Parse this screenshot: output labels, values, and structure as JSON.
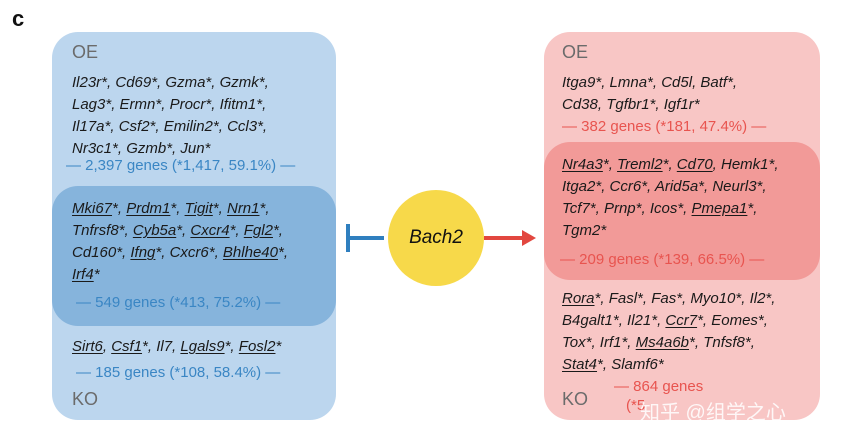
{
  "panel_label": "c",
  "center": {
    "label": "Bach2"
  },
  "left": {
    "oe_label": "OE",
    "ko_label": "KO",
    "oe_genes": [
      [
        {
          "t": "Il23r*, "
        },
        {
          "t": "Cd69*, "
        },
        {
          "t": "Gzma*, "
        },
        {
          "t": "Gzmk*,"
        }
      ],
      [
        {
          "t": "Lag3*, "
        },
        {
          "t": "Ermn*, "
        },
        {
          "t": "Procr*, "
        },
        {
          "t": "Ifitm1*,"
        }
      ],
      [
        {
          "t": "Il17a*, "
        },
        {
          "t": "Csf2*, "
        },
        {
          "t": "Emilin2*, "
        },
        {
          "t": "Ccl3*,"
        }
      ],
      [
        {
          "t": "Nr3c1*, "
        },
        {
          "t": "Gzmb*, "
        },
        {
          "t": "Jun*"
        }
      ]
    ],
    "oe_count": "— 2,397 genes (*1,417, 59.1%) —",
    "overlap_genes": [
      [
        {
          "t": "Mki67",
          "u": true
        },
        {
          "t": "*, "
        },
        {
          "t": "Prdm1",
          "u": true
        },
        {
          "t": "*, "
        },
        {
          "t": "Tigit",
          "u": true
        },
        {
          "t": "*, "
        },
        {
          "t": "Nrn1",
          "u": true
        },
        {
          "t": "*,"
        }
      ],
      [
        {
          "t": "Tnfrsf8*, "
        },
        {
          "t": "Cyb5a",
          "u": true
        },
        {
          "t": "*, "
        },
        {
          "t": "Cxcr4",
          "u": true
        },
        {
          "t": "*, "
        },
        {
          "t": "Fgl2",
          "u": true
        },
        {
          "t": "*,"
        }
      ],
      [
        {
          "t": "Cd160*, "
        },
        {
          "t": "Ifng",
          "u": true
        },
        {
          "t": "*, Cxcr6*, "
        },
        {
          "t": "Bhlhe40",
          "u": true
        },
        {
          "t": "*,"
        }
      ],
      [
        {
          "t": "Irf4",
          "u": true
        },
        {
          "t": "*"
        }
      ]
    ],
    "overlap_count": "— 549 genes (*413, 75.2%) —",
    "ko_genes": [
      [
        {
          "t": "Sirt6",
          "u": true
        },
        {
          "t": ", "
        },
        {
          "t": "Csf1",
          "u": true
        },
        {
          "t": "*, Il7, "
        },
        {
          "t": "Lgals9",
          "u": true
        },
        {
          "t": "*, "
        },
        {
          "t": "Fosl2",
          "u": true
        },
        {
          "t": "*"
        }
      ]
    ],
    "ko_count": "— 185 genes (*108, 58.4%) —"
  },
  "right": {
    "oe_label": "OE",
    "ko_label": "KO",
    "oe_genes": [
      [
        {
          "t": "Itga9*, Lmna*, Cd5l, Batf*,"
        }
      ],
      [
        {
          "t": "Cd38, Tgfbr1*, Igf1r*"
        }
      ]
    ],
    "oe_count": "— 382 genes (*181, 47.4%) —",
    "overlap_genes": [
      [
        {
          "t": "Nr4a3",
          "u": true
        },
        {
          "t": "*, "
        },
        {
          "t": "Treml2",
          "u": true
        },
        {
          "t": "*, "
        },
        {
          "t": "Cd70",
          "u": true
        },
        {
          "t": ", Hemk1*,"
        }
      ],
      [
        {
          "t": "Itga2*, Ccr6*, Arid5a*, Neurl3*,"
        }
      ],
      [
        {
          "t": "Tcf7*, Prnp*, Icos*, "
        },
        {
          "t": "Pmepa1",
          "u": true
        },
        {
          "t": "*,"
        }
      ],
      [
        {
          "t": "Tgm2*"
        }
      ]
    ],
    "overlap_count": "— 209 genes (*139, 66.5%) —",
    "ko_genes": [
      [
        {
          "t": "Rora",
          "u": true
        },
        {
          "t": "*, Fasl*, Fas*, Myo10*, Il2*,"
        }
      ],
      [
        {
          "t": "B4galt1*, Il21*, "
        },
        {
          "t": "Ccr7",
          "u": true
        },
        {
          "t": "*, Eomes*,"
        }
      ],
      [
        {
          "t": "Tox*, Irf1*, "
        },
        {
          "t": "Ms4a6b",
          "u": true
        },
        {
          "t": "*, Tnfsf8*,"
        }
      ],
      [
        {
          "t": "Stat4",
          "u": true
        },
        {
          "t": "*, Slamf6*"
        }
      ]
    ],
    "ko_count_line1": "— 864 genes",
    "ko_count_line2": "(*5"
  },
  "watermark": "知乎 @组学之心",
  "colors": {
    "blue_box": "#bcd6ee",
    "blue_overlap": "#86b4dc",
    "red_box": "#f8c6c5",
    "red_overlap": "#f29a98",
    "bach2": "#f7d94a",
    "inhibit": "#2f7fbf",
    "activate": "#e2473f"
  }
}
